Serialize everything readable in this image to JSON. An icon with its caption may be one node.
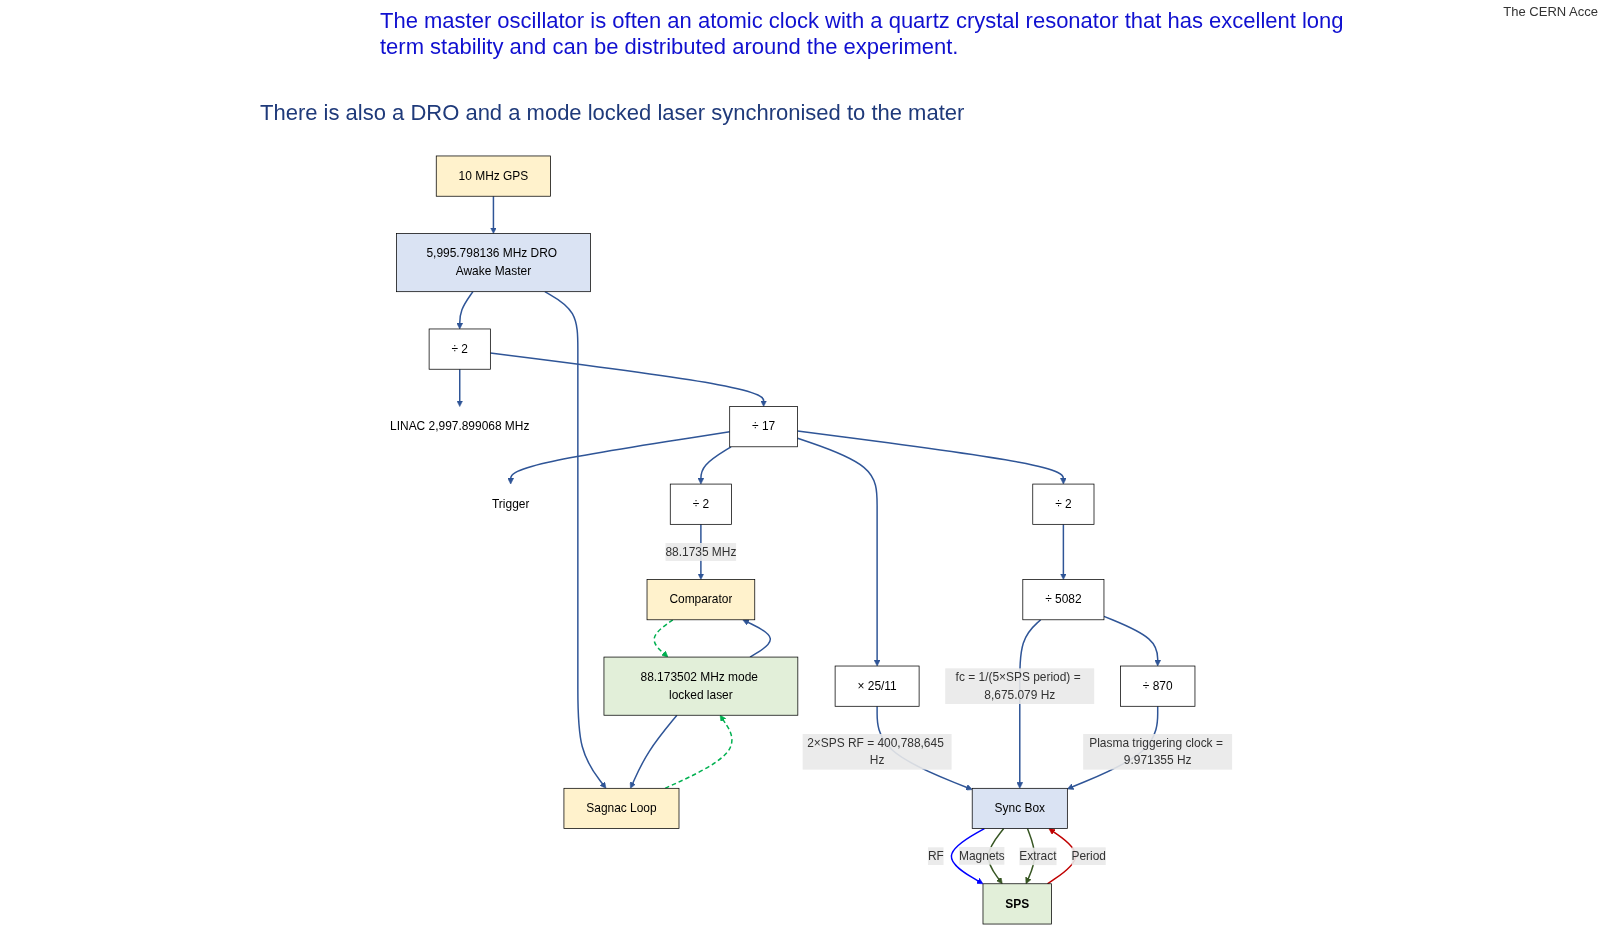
{
  "diagram": {
    "nodes": [
      {
        "text": [
          "10 MHz GPS"
        ]
      },
      {
        "text": [
          "5,995.798136 MHz DRO Awake Master"
        ]
      },
      {
        "text": [
          "÷ 2"
        ]
      },
      {
        "text": [
          "LINAC 2,997.899068 MHz"
        ]
      },
      {
        "text": [
          "÷ 17"
        ]
      },
      {
        "text": [
          "Trigger"
        ]
      },
      {
        "text": [
          "÷ 2"
        ]
      },
      {
        "text": [
          "88.173502 MHz mode locked laser"
        ]
      },
      {
        "text": [
          "Comparator"
        ]
      },
      {
        "text": [
          "Sagnac Loop"
        ]
      },
      {
        "text": [
          "÷ 2"
        ]
      },
      {
        "text": [
          "× 25/11"
        ]
      },
      {
        "text": [
          "÷ 5082"
        ]
      },
      {
        "text": [
          "÷ 870"
        ]
      },
      {
        "text": [
          "Sync Box"
        ]
      },
      {
        "text": [
          "SPS"
        ]
      }
    ],
    "edges": [
      {
        "from": 0,
        "to": 1,
        "arrow": "to"
      },
      {
        "from": 1,
        "to": 2,
        "arrow": "to"
      },
      {
        "from": 1,
        "to": 9,
        "arrow": "to"
      },
      {
        "from": 2,
        "to": 3,
        "arrow": "to"
      },
      {
        "from": 2,
        "to": 4,
        "arrow": "to"
      },
      {
        "from": 4,
        "to": 5,
        "arrow": "to"
      },
      {
        "from": 4,
        "to": 6,
        "arrow": "to"
      },
      {
        "from": 6,
        "to": 8,
        "arrow": "to",
        "label": "88.1735 MHz"
      },
      {
        "from": 7,
        "to": 8,
        "arrow": "to"
      },
      {
        "from": 8,
        "to": 7,
        "arrow": "to",
        "style": "dashed",
        "color": "#00b050"
      },
      {
        "from": 7,
        "to": 9,
        "arrow": "to"
      },
      {
        "from": 9,
        "to": 7,
        "arrow": "to",
        "style": "dashed",
        "color": "#00b050"
      },
      {
        "from": 4,
        "to": 10,
        "arrow": "to"
      },
      {
        "from": 4,
        "to": 11,
        "arrow": "to"
      },
      {
        "from": 10,
        "to": 12,
        "arrow": "to"
      },
      {
        "from": 12,
        "to": 13,
        "arrow": "to"
      },
      {
        "from": 11,
        "to": 14,
        "arrow": "to",
        "label": "2×SPS RF = 400,788,645 Hz"
      },
      {
        "from": 12,
        "to": 14,
        "arrow": "to",
        "label": "fc = 1/(5×SPS period) = 8,675.079 Hz"
      },
      {
        "from": 13,
        "to": 14,
        "arrow": "to",
        "label": "Plasma triggering clock = 9.971355 Hz"
      },
      {
        "from": 14,
        "to": 15,
        "arrow": "to",
        "label": "RF",
        "color": "#0000ff"
      },
      {
        "from": 14,
        "to": 15,
        "arrow": "to",
        "label": "Magnets",
        "color": "#375623"
      },
      {
        "from": 14,
        "to": 15,
        "arrow": "to",
        "label": "Extract",
        "color": "#375623"
      },
      {
        "from": 15,
        "to": 14,
        "arrow": "to",
        "label": "Period",
        "color": "#c00000"
      }
    ],
    "labels": [
      "The CERN Acce",
      "The master oscillator is often an atomic clock with a quartz crystal resonator that has excellent long term stability and can be distributed around the experiment.",
      "There is also a DRO and a mode locked laser synchronised to the mater"
    ]
  }
}
